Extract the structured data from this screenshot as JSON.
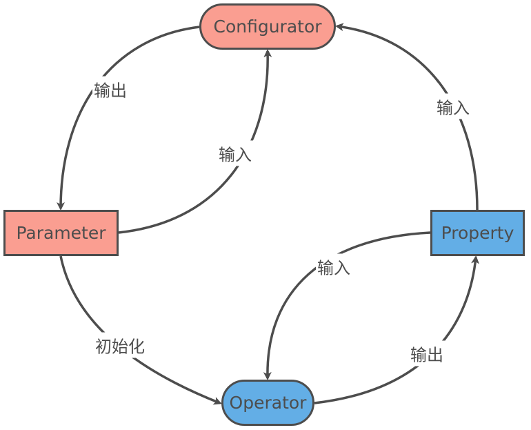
{
  "colors": {
    "red_fill": "#fa9e91",
    "blue_fill": "#63aee6",
    "stroke": "#4d4d4d",
    "text": "#4d4d4d"
  },
  "nodes": {
    "configurator": {
      "label": "Configurator",
      "shape": "rounded",
      "color": "red_fill"
    },
    "parameter": {
      "label": "Parameter",
      "shape": "rectangle",
      "color": "red_fill"
    },
    "property": {
      "label": "Property",
      "shape": "rectangle",
      "color": "blue_fill"
    },
    "operator": {
      "label": "Operator",
      "shape": "rounded",
      "color": "blue_fill"
    }
  },
  "edges": [
    {
      "from": "configurator",
      "to": "parameter",
      "label": "输出"
    },
    {
      "from": "parameter",
      "to": "configurator",
      "label": "输入"
    },
    {
      "from": "property",
      "to": "configurator",
      "label": "输入"
    },
    {
      "from": "property",
      "to": "operator",
      "label": "输入"
    },
    {
      "from": "parameter",
      "to": "operator",
      "label": "初始化"
    },
    {
      "from": "operator",
      "to": "property",
      "label": "输出"
    }
  ]
}
